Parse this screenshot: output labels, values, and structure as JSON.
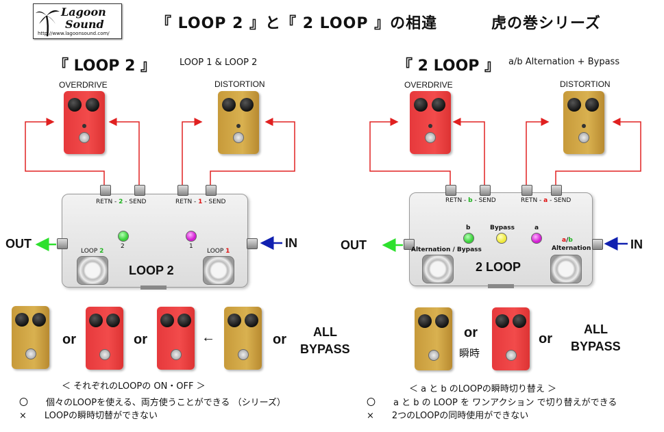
{
  "logo": {
    "line1": "Lagoon",
    "line2": "Sound",
    "url": "http://www.lagoonsound.com/"
  },
  "title": "『 LOOP 2 』と『 2 LOOP 』の相違",
  "series": "虎の巻シリーズ",
  "left": {
    "heading": "『 LOOP 2 』",
    "subheading": "LOOP 1 & LOOP 2",
    "overdrive": "OVERDRIVE",
    "distortion": "DISTORTION",
    "jack_a": {
      "pre": "RETN - ",
      "num": "2",
      "post": " - SEND"
    },
    "jack_b": {
      "pre": "RETN - ",
      "num": "1",
      "post": " - SEND"
    },
    "led2": "2",
    "led1": "1",
    "fsw_left": {
      "pre": "LOOP ",
      "num": "2"
    },
    "fsw_right": {
      "pre": "LOOP ",
      "num": "1"
    },
    "unit": "LOOP 2",
    "out": "OUT",
    "in": "IN",
    "or": "or",
    "arrow": "←",
    "all": "ALL",
    "bypass": "BYPASS",
    "caption": "＜ それぞれのLOOPの ON・OFF ＞",
    "pros": "〇　　個々のLOOPを使える、両方使うことができる （シリーズ）",
    "cons": "×　　LOOPの瞬時切替ができない"
  },
  "right": {
    "heading": "『 2 LOOP 』",
    "subheading": "a/b Alternation + Bypass",
    "overdrive": "OVERDRIVE",
    "distortion": "DISTORTION",
    "jack_a": {
      "pre": "RETN - ",
      "num": "b",
      "post": " - SEND"
    },
    "jack_b": {
      "pre": "RETN - ",
      "num": "a",
      "post": " - SEND"
    },
    "led_b": "b",
    "led_bypass": "Bypass",
    "led_a": "a",
    "fsw_left": "Alternation / Bypass",
    "fsw_right_top_a": "a",
    "fsw_right_top_sep": "/",
    "fsw_right_top_b": "b",
    "fsw_right": "Alternation",
    "unit": "2 LOOP",
    "out": "OUT",
    "in": "IN",
    "or": "or",
    "instant": "瞬時",
    "all": "ALL",
    "bypass": "BYPASS",
    "caption": "＜ a と b のLOOPの瞬時切り替え ＞",
    "pros": "〇　　a と b の LOOP を ワンアクション で切り替えができる",
    "cons": "×　　2つのLOOPの同時使用ができない"
  },
  "colors": {
    "red_pedal": "#e6393c",
    "tan_pedal": "#d4aa48",
    "send_line": "#e02020",
    "out_arrow": "#2ee02e",
    "in_arrow": "#1020b0",
    "green_num": "#1db31d",
    "red_num": "#e01010",
    "led_green": "#3bd13b",
    "led_magenta": "#d21ed2",
    "led_yellow": "#f0ea3c"
  }
}
